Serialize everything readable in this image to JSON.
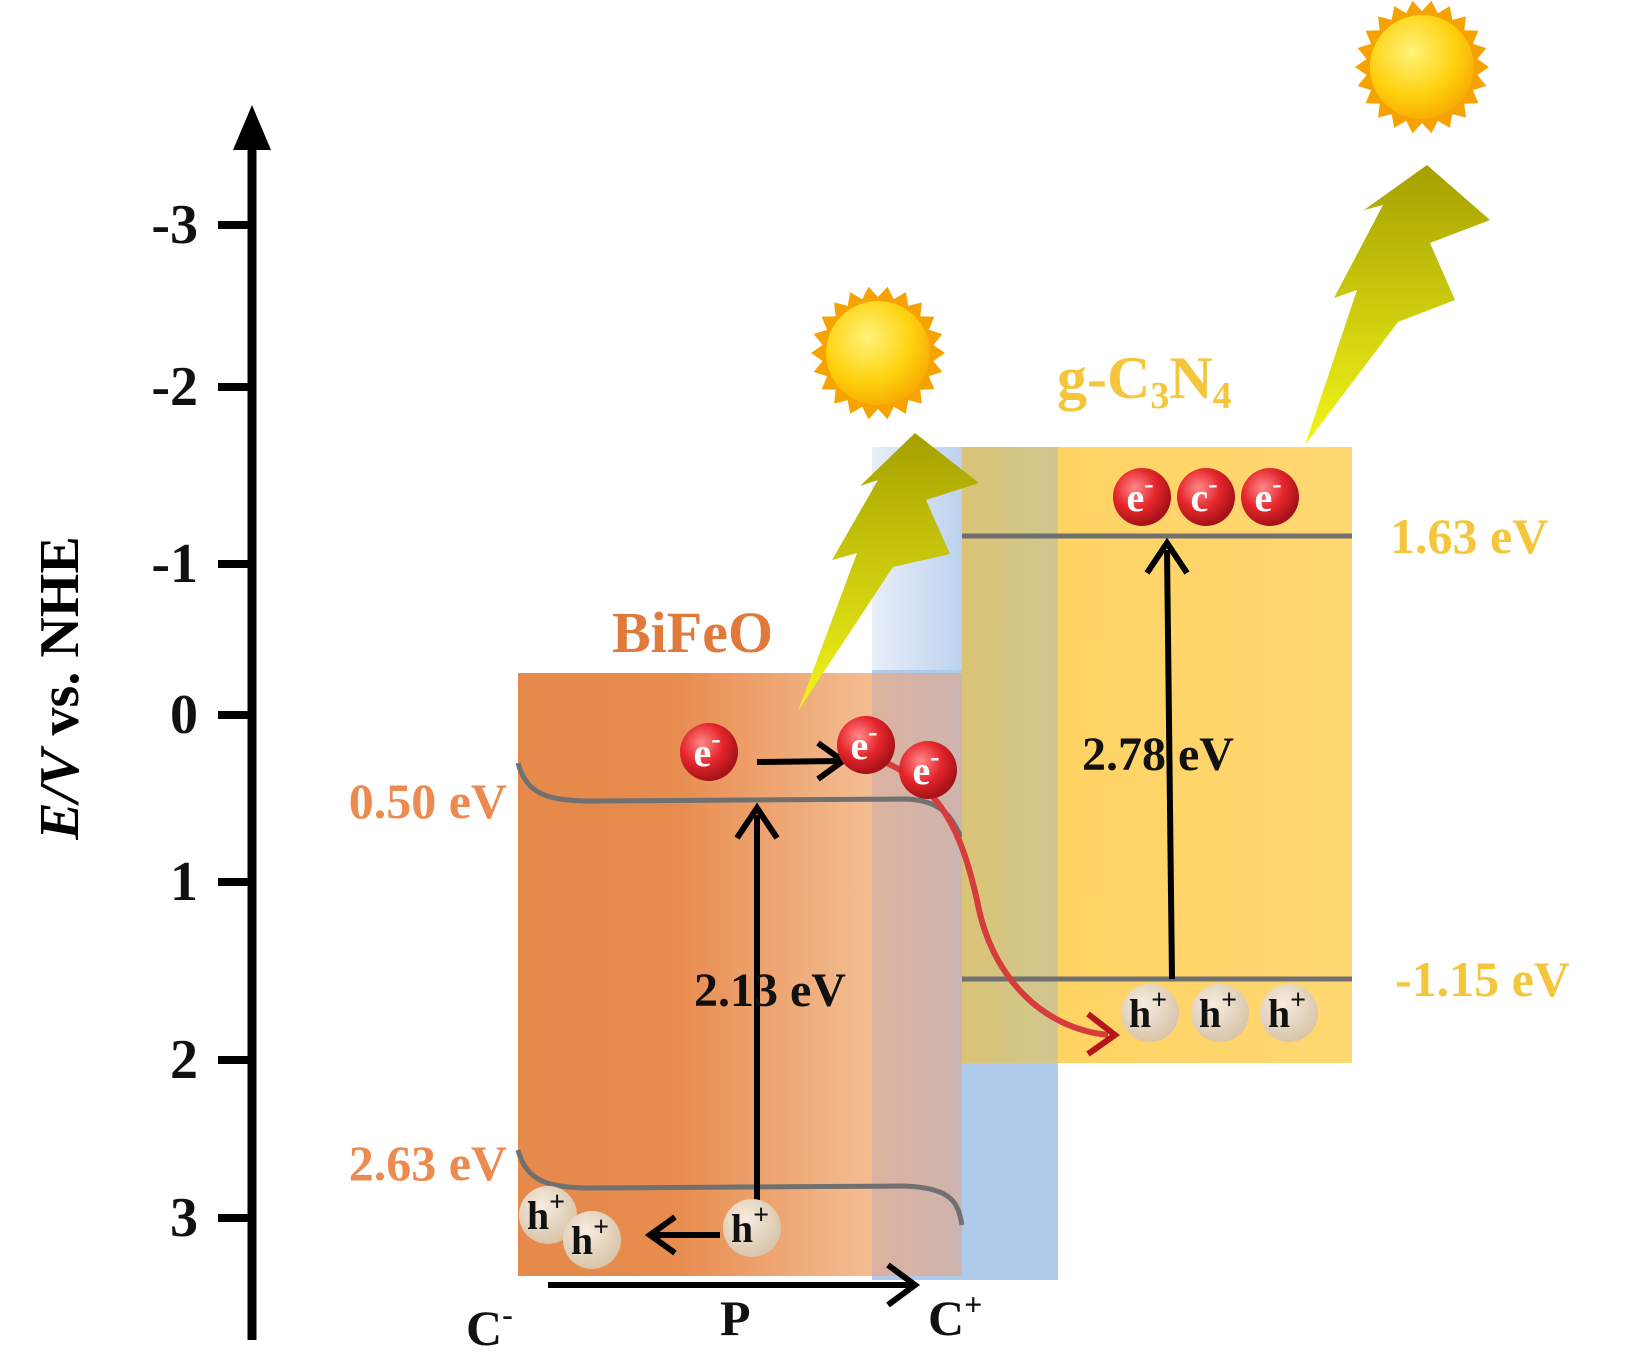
{
  "axis": {
    "label_italic": "E/V",
    "label_rest": " vs. NHE",
    "ticks": [
      "-3",
      "-2",
      "-1",
      "0",
      "1",
      "2",
      "3"
    ]
  },
  "materials": {
    "bifeo": {
      "name": "BiFeO",
      "cb_level": "0.50 eV",
      "vb_level": "2.63 eV",
      "band_gap": "2.13 eV",
      "color": "#e8834a"
    },
    "gcn": {
      "name_prefix": "g-C",
      "name_sub1": "3",
      "name_mid": "N",
      "name_sub2": "4",
      "cb_level": "1.63 eV",
      "vb_level": "-1.15 eV",
      "band_gap": "2.78 eV",
      "color": "#f7c234"
    }
  },
  "carriers": {
    "electron": "e",
    "electron_sup": "-",
    "hole": "h",
    "hole_sup": "+",
    "alt_electron": "c"
  },
  "polarization": {
    "left": "C",
    "left_sup": "-",
    "middle": "P",
    "right": "C",
    "right_sup": "+"
  },
  "colors": {
    "electron": "#e0262e",
    "hole": "#e7d6bd",
    "band_line": "#707070",
    "interface": "#a9c6e8",
    "sun": "#ffd21a",
    "lightning": "#d7e100",
    "transfer_arrow": "#c42d2d"
  }
}
